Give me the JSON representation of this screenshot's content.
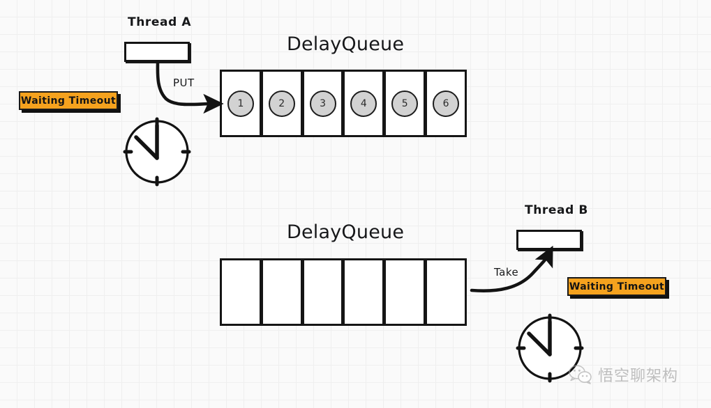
{
  "diagram": {
    "title_top": "DelayQueue",
    "title_bottom": "DelayQueue",
    "watermark": "悟空聊架构",
    "watermark_icon": "wechat-icon"
  },
  "producer": {
    "thread_label": "Thread A",
    "badge_label": "Waiting Timeout",
    "arrow_label": "PUT",
    "clock_icon": "clock-icon"
  },
  "consumer": {
    "thread_label": "Thread B",
    "badge_label": "Waiting Timeout",
    "arrow_label": "Take",
    "clock_icon": "clock-icon"
  },
  "queue_top": {
    "title": "DelayQueue",
    "cells": [
      {
        "label": "1",
        "filled": true
      },
      {
        "label": "2",
        "filled": true
      },
      {
        "label": "3",
        "filled": true
      },
      {
        "label": "4",
        "filled": true
      },
      {
        "label": "5",
        "filled": true
      },
      {
        "label": "6",
        "filled": true
      }
    ]
  },
  "queue_bottom": {
    "title": "DelayQueue",
    "cells": [
      {
        "label": "",
        "filled": false
      },
      {
        "label": "",
        "filled": false
      },
      {
        "label": "",
        "filled": false
      },
      {
        "label": "",
        "filled": false
      },
      {
        "label": "",
        "filled": false
      },
      {
        "label": "",
        "filled": false
      }
    ]
  },
  "colors": {
    "badge_bg": "#f5a21e",
    "stroke": "#141414",
    "token_fill": "#d2d2d2",
    "canvas_bg": "#fafafa",
    "grid_line": "#ececec"
  }
}
